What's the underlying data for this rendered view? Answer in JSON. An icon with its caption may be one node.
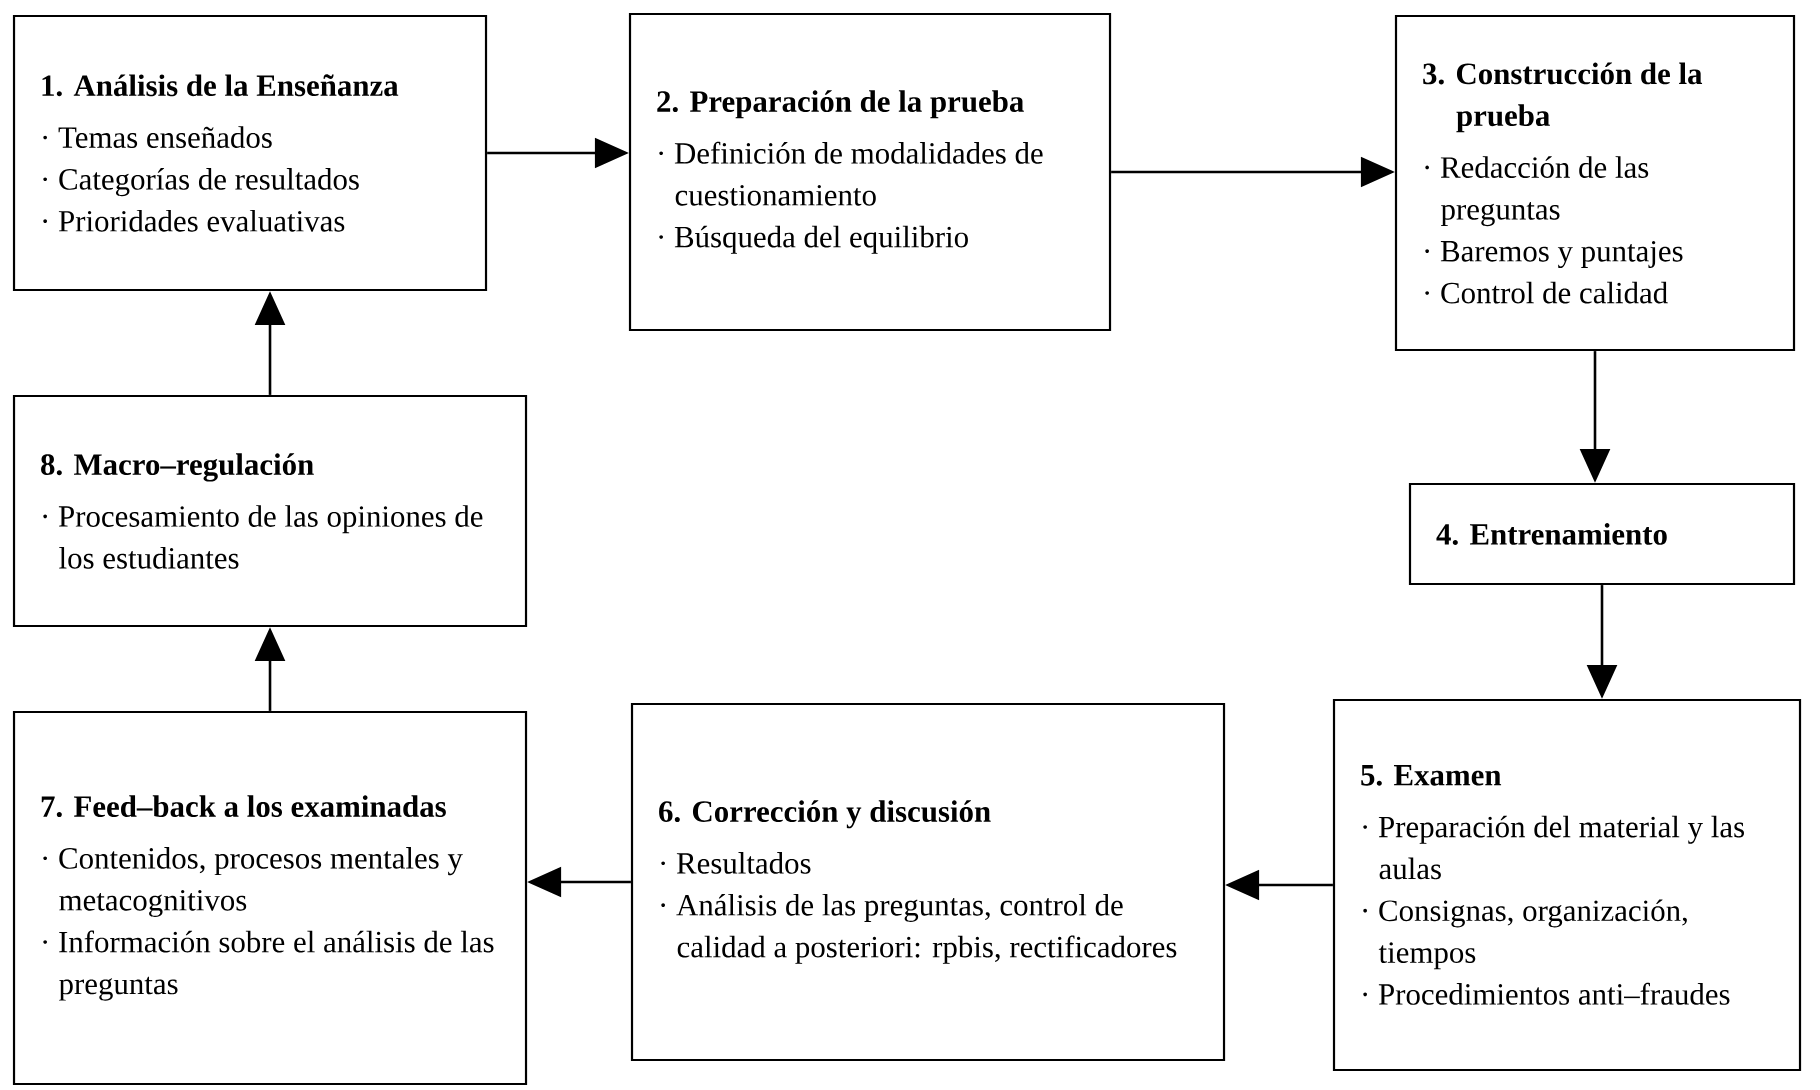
{
  "diagram": {
    "nodes": [
      {
        "text": [
          "1. Análisis de la Enseñanza",
          "· Temas enseñados",
          "· Categorías de resultados",
          "· Prioridades evaluativas"
        ]
      },
      {
        "text": [
          "2. Preparación de la prueba",
          "· Definición de modalidades de cuestionamiento",
          "· Búsqueda del equilibrio"
        ]
      },
      {
        "text": [
          "3. Construcción de la prueba",
          "· Redacción de las preguntas",
          "· Baremos y puntajes",
          "· Control de calidad"
        ]
      },
      {
        "text": [
          "4. Entrenamiento"
        ]
      },
      {
        "text": [
          "5. Examen",
          "· Preparación del material y las aulas",
          "· Consignas, organización, tiempos",
          "· Procedimientos anti–fraudes"
        ]
      },
      {
        "text": [
          "6. Corrección y discusión",
          "· Resultados",
          "· Análisis de las preguntas, control de calidad a posteriori: rpbis, rectificadores"
        ]
      },
      {
        "text": [
          "7. Feed–back a los examinadas",
          "· Contenidos, procesos mentales y metacognitivos",
          "· Información sobre el análisis de las preguntas"
        ]
      },
      {
        "text": [
          "8. Macro–regulación",
          "· Procesamiento de las opiniones de los estudiantes"
        ]
      }
    ],
    "edges": [
      {
        "from": 0,
        "to": 1,
        "arrow": "to"
      },
      {
        "from": 1,
        "to": 2,
        "arrow": "to"
      },
      {
        "from": 2,
        "to": 3,
        "arrow": "to"
      },
      {
        "from": 3,
        "to": 4,
        "arrow": "to"
      },
      {
        "from": 4,
        "to": 5,
        "arrow": "to"
      },
      {
        "from": 5,
        "to": 6,
        "arrow": "to"
      },
      {
        "from": 6,
        "to": 7,
        "arrow": "to"
      },
      {
        "from": 7,
        "to": 0,
        "arrow": "to"
      }
    ]
  }
}
